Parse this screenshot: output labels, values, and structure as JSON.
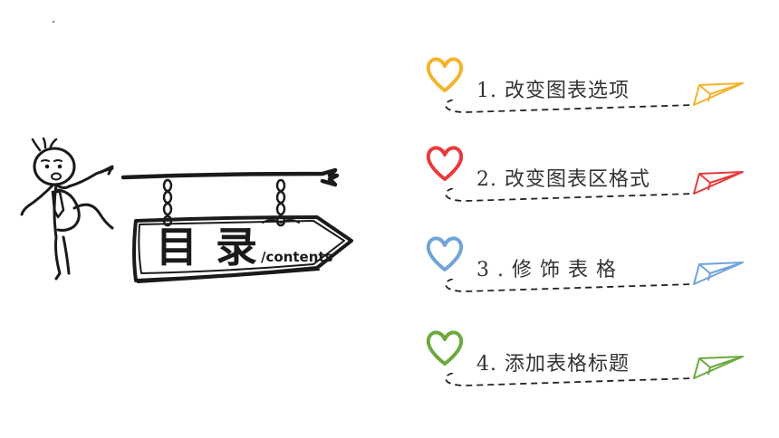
{
  "sign": {
    "title": "目 录",
    "subtitle": "/contents"
  },
  "menu": [
    {
      "label": "1. 改变图表选项",
      "color": "#F3B32B",
      "heart_icon": "heart-icon",
      "plane_icon": "paper-plane-icon"
    },
    {
      "label": "2. 改变图表区格式",
      "color": "#E8393B",
      "heart_icon": "heart-icon",
      "plane_icon": "paper-plane-icon"
    },
    {
      "label": "3 . 修 饰 表 格",
      "color": "#6FA3DA",
      "heart_icon": "heart-icon",
      "plane_icon": "paper-plane-icon"
    },
    {
      "label": "4. 添加表格标题",
      "color": "#6BAA3C",
      "heart_icon": "heart-icon",
      "plane_icon": "paper-plane-icon"
    }
  ]
}
